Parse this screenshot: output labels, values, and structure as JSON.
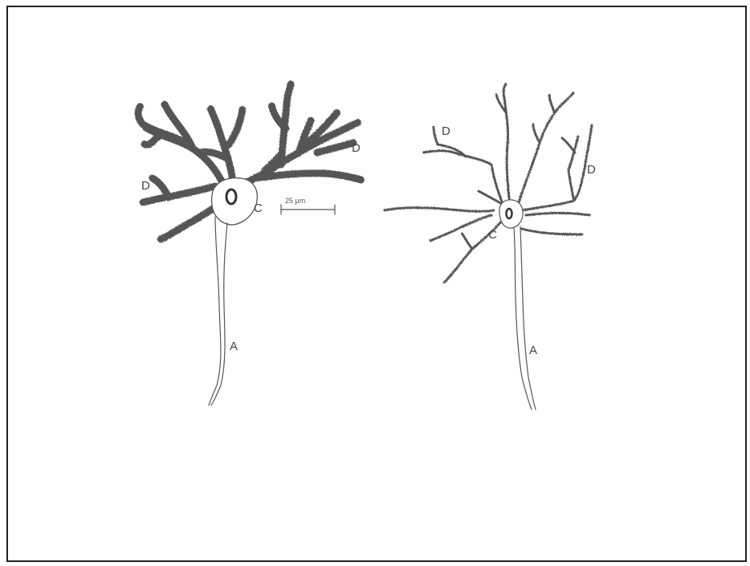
{
  "figure": {
    "left_neuron": {
      "labels": {
        "dendrite_upper_right": "D",
        "dendrite_left": "D",
        "cell_body": "C",
        "axon": "A"
      },
      "scale_bar": "25 μm"
    },
    "right_neuron": {
      "labels": {
        "dendrite_upper_left": "D",
        "dendrite_right": "D",
        "cell_body": "C",
        "axon": "A"
      }
    }
  },
  "colors": {
    "line": "#555555",
    "nucleus": "#333333",
    "border": "#222222"
  }
}
